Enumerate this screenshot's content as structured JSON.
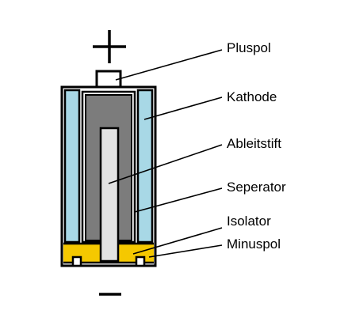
{
  "labels": {
    "plus": "Pluspol",
    "cathode": "Kathode",
    "collector": "Ableitstift",
    "separator": "Seperator",
    "insulator": "Isolator",
    "minus": "Minuspol"
  },
  "colors": {
    "outline": "#000000",
    "casing": "#a8d8e6",
    "cathode": "#7c7c7c",
    "collector": "#e2e2e2",
    "insulator": "#f5c800",
    "background": "#ffffff"
  }
}
